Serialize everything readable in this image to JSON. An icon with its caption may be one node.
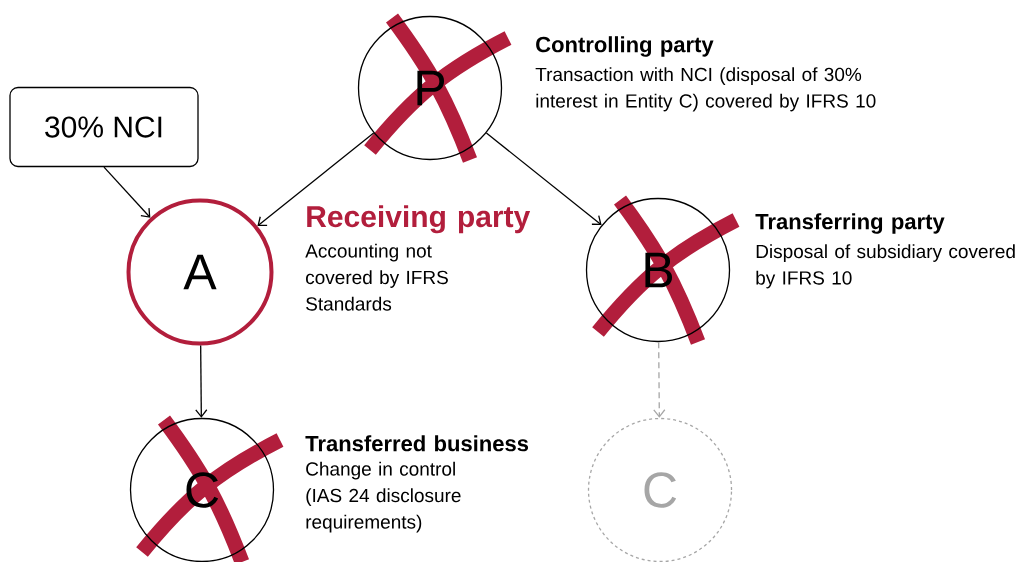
{
  "diagram": {
    "nodes": [
      {
        "text": [
          "P"
        ],
        "beside": [
          "Controlling party",
          "Transaction with NCI (disposal of 30% interest in Entity C) covered by IFRS 10"
        ]
      },
      {
        "text": [
          "30% NCI"
        ]
      },
      {
        "text": [
          "A"
        ],
        "beside": [
          "Receiving party",
          "Accounting not covered by IFRS Standards"
        ]
      },
      {
        "text": [
          "B"
        ],
        "beside": [
          "Transferring party",
          "Disposal of subsidiary covered by IFRS 10"
        ]
      },
      {
        "text": [
          "C"
        ],
        "beside": [
          "Transferred business",
          "Change in control (IAS 24 disclosure requirements)"
        ]
      },
      {
        "text": [
          "C"
        ]
      }
    ],
    "edges": [
      {
        "from": 1,
        "to": 2,
        "arrow": "to"
      },
      {
        "from": 0,
        "to": 2,
        "arrow": "to"
      },
      {
        "from": 0,
        "to": 3,
        "arrow": "to"
      },
      {
        "from": 2,
        "to": 4,
        "arrow": "to"
      },
      {
        "from": 3,
        "to": 5,
        "arrow": "to",
        "style": "dashed",
        "color": "#a6a6a6"
      }
    ]
  }
}
